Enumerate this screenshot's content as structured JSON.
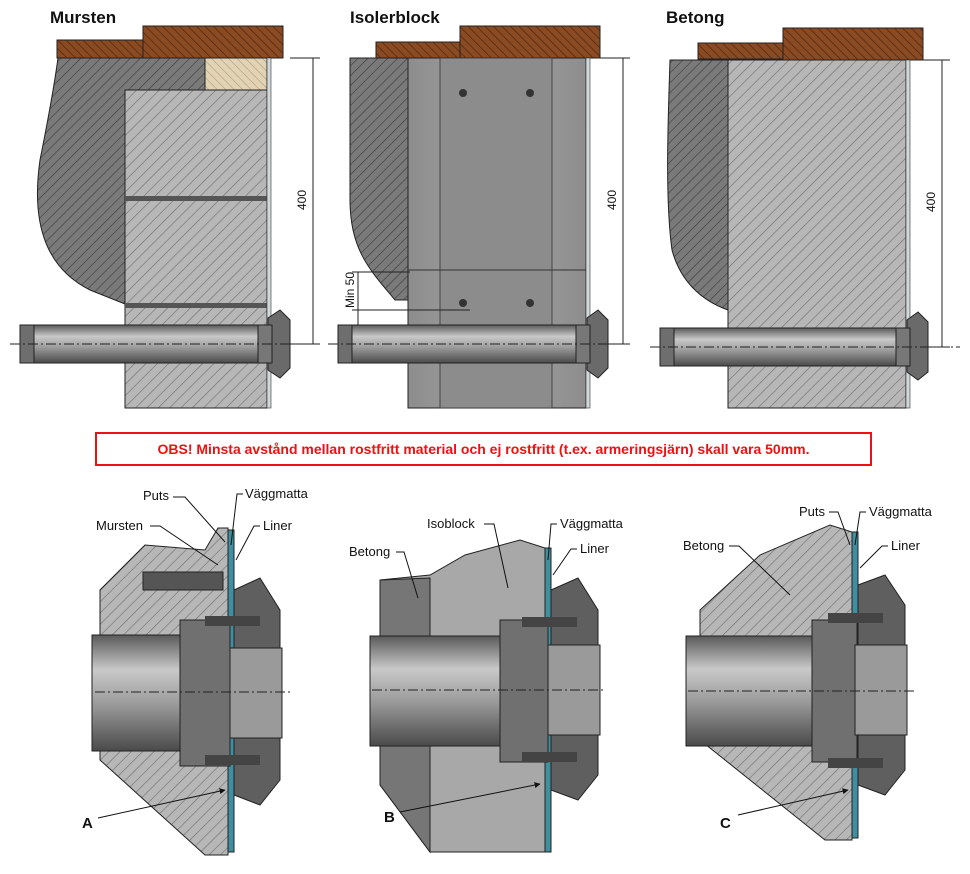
{
  "top_panels": {
    "mursten": {
      "title": "Mursten",
      "dimension": "400"
    },
    "isolerblock": {
      "title": "Isolerblock",
      "dimension": "400",
      "min_label": "Min 50"
    },
    "betong": {
      "title": "Betong",
      "dimension": "400"
    }
  },
  "warning": "OBS! Minsta avstånd mellan rostfritt material och ej rostfritt (t.ex. armeringsjärn) skall vara 50mm.",
  "details": {
    "a": {
      "letter": "A",
      "labels": {
        "puts": "Puts",
        "vaggmatta": "Väggmatta",
        "mursten": "Mursten",
        "liner": "Liner"
      }
    },
    "b": {
      "letter": "B",
      "labels": {
        "vaggmatta": "Väggmatta",
        "isoblock": "Isoblock",
        "liner": "Liner",
        "betong": "Betong"
      }
    },
    "c": {
      "letter": "C",
      "labels": {
        "puts": "Puts",
        "vaggmatta": "Väggmatta",
        "betong": "Betong",
        "liner": "Liner"
      }
    }
  },
  "colors": {
    "warning": "#ee1111",
    "wood": "#8a4a22",
    "concrete": "#a9a9a9",
    "pipe": "#8f8f8f",
    "liner": "#2e8fa0"
  }
}
